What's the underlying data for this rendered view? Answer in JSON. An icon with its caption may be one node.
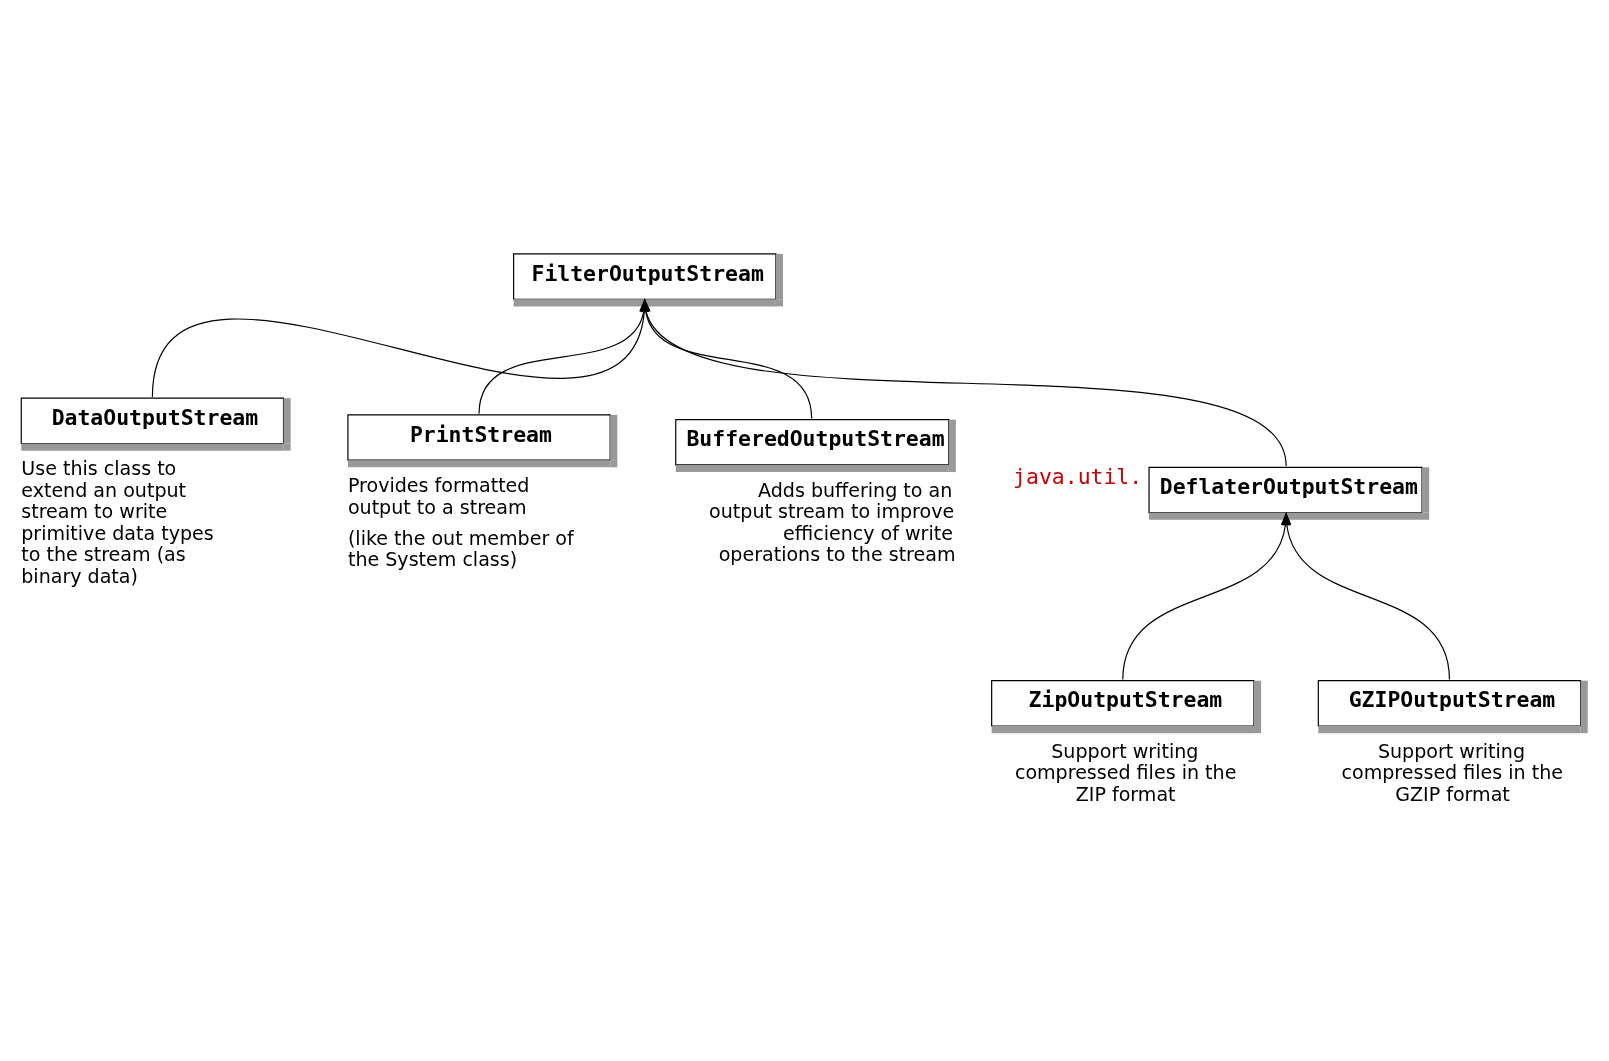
{
  "diagram": {
    "nodes": [
      {
        "text": [
          "FilterOutputStream"
        ]
      },
      {
        "text": [
          "DataOutputStream"
        ],
        "beside": [
          "Use this class to extend an output stream to write primitive data types to the stream (as binary data)"
        ]
      },
      {
        "text": [
          "PrintStream"
        ],
        "beside": [
          "Provides formatted output to a stream",
          "(like the out member of the System class)"
        ]
      },
      {
        "text": [
          "BufferedOutputStream"
        ],
        "beside": [
          "Adds buffering to an output stream to improve efficiency of write operations to the stream"
        ]
      },
      {
        "text": [
          "DeflaterOutputStream"
        ],
        "beside": [
          "java.util."
        ]
      },
      {
        "text": [
          "ZipOutputStream"
        ],
        "beside": [
          "Support writing compressed files in the ZIP format"
        ]
      },
      {
        "text": [
          "GZIPOutputStream"
        ],
        "beside": [
          "Support writing compressed files in the GZIP format"
        ]
      }
    ],
    "edges": [
      {
        "from": 1,
        "to": 0,
        "arrow": "to"
      },
      {
        "from": 2,
        "to": 0,
        "arrow": "to"
      },
      {
        "from": 4,
        "to": 0,
        "arrow": "to"
      },
      {
        "from": 3,
        "to": 0,
        "arrow": "to"
      },
      {
        "from": 5,
        "to": 4,
        "arrow": "to"
      },
      {
        "from": 6,
        "to": 4,
        "arrow": "to"
      }
    ]
  }
}
